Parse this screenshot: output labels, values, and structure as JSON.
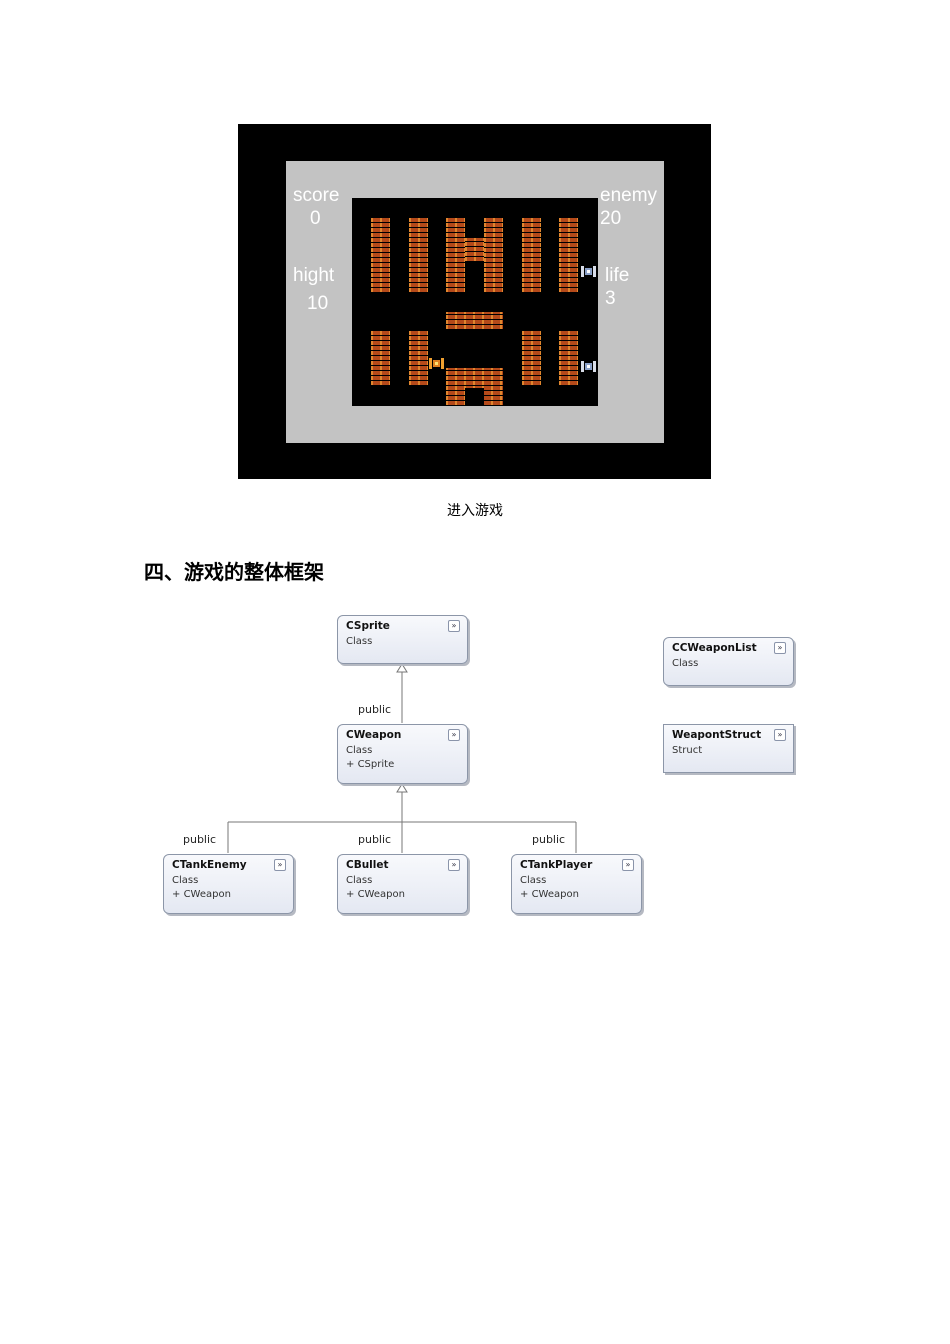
{
  "game": {
    "score_label": "score",
    "score_value": "0",
    "hight_label": "hight",
    "hight_value": "10",
    "enemy_label": "enemy",
    "enemy_value": "20",
    "life_label": "life",
    "life_value": "3"
  },
  "caption": "进入游戏",
  "heading": "四、游戏的整体框架",
  "diagram": {
    "classes": {
      "csprite": {
        "name": "CSprite",
        "kind": "Class"
      },
      "cweapon": {
        "name": "CWeapon",
        "kind": "Class",
        "base": "CSprite"
      },
      "ctankenemy": {
        "name": "CTankEnemy",
        "kind": "Class",
        "base": "CWeapon"
      },
      "cbullet": {
        "name": "CBullet",
        "kind": "Class",
        "base": "CWeapon"
      },
      "ctankplayer": {
        "name": "CTankPlayer",
        "kind": "Class",
        "base": "CWeapon"
      },
      "ccweaponlist": {
        "name": "CCWeaponList",
        "kind": "Class"
      },
      "weapontstruct": {
        "name": "WeapontStruct",
        "kind": "Struct"
      }
    },
    "relations": {
      "cweapon_label": "public",
      "enemy_label": "public",
      "bullet_label": "public",
      "player_label": "public"
    },
    "expand_glyph": "»",
    "inherit_glyph": "+"
  },
  "colors": {
    "brick": "#b54a1a",
    "hud_gray": "#c3c3c3",
    "class_border": "#8c96a8"
  }
}
